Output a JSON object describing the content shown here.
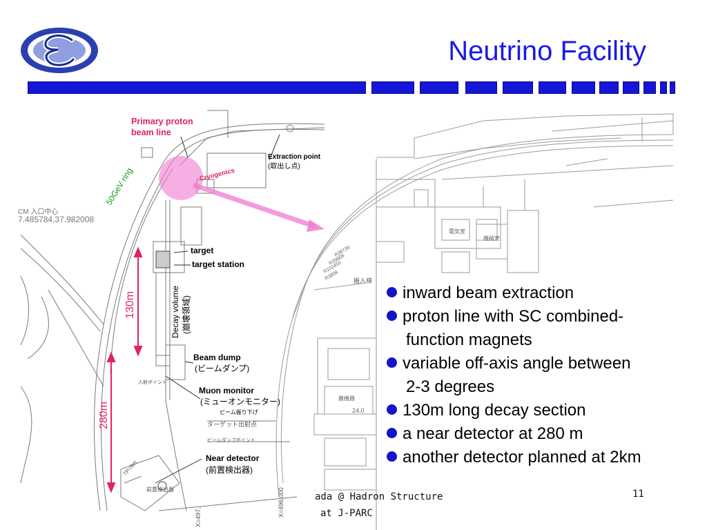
{
  "slide": {
    "title": "Neutrino Facility",
    "page_number": "11",
    "footer_line1": "ada @ Hadron Structure",
    "footer_line2": "at J-PARC"
  },
  "bullets": [
    {
      "text": "inward beam extraction"
    },
    {
      "text": "proton line with SC combined-",
      "continuation": "function magnets"
    },
    {
      "text": "variable off-axis angle between",
      "continuation": "2-3 degrees"
    },
    {
      "text": "130m long decay section"
    },
    {
      "text": "a near detector at 280 m"
    },
    {
      "text": "another detector planned at 2km"
    }
  ],
  "diagram": {
    "primary_proton_1": "Primary proton",
    "primary_proton_2": "beam line",
    "extraction_1": "Extraction point",
    "extraction_2": "(取出し点)",
    "cryogenics": "Cryogenics",
    "ring": "50GeV ring",
    "coords": "7.485784,37.982008",
    "cm_label": "CM 入口中心",
    "target": "target",
    "target_station": "target station",
    "decay_1": "Decay volume",
    "decay_2": "(崩壊領域)",
    "len_130": "130m",
    "len_280": "280m",
    "beam_dump_1": "Beam dump",
    "beam_dump_2": "(ビームダンプ)",
    "muon_1": "Muon monitor",
    "muon_2": "(ミューオンモニター)",
    "beam_swing": "ビーム振り下げ",
    "near_1": "Near detector",
    "near_2": "(前置検出器)",
    "near_box": "前置検出器",
    "entry_point": "入射ポイント",
    "target_exit": "ターゲット出射点",
    "dump_point": "ビームダンプポイント",
    "x497": "X=497,",
    "x496": "X=496,000",
    "tp": "TP=9m",
    "r1": "R38739",
    "r2": "R39808",
    "r3": "R102455",
    "r4": "R3808",
    "bldg1": "搬入棟",
    "bldg2": "機械室",
    "bldg3": "電気室",
    "bldg4": "搬機器",
    "level": "24.0"
  },
  "colors": {
    "title_blue": "#1a1ae6",
    "bar_blue": "#1616d8",
    "label_red": "#e0245e",
    "ring_green": "#1a9a1a",
    "arrow_pink": "#f07ad0"
  }
}
